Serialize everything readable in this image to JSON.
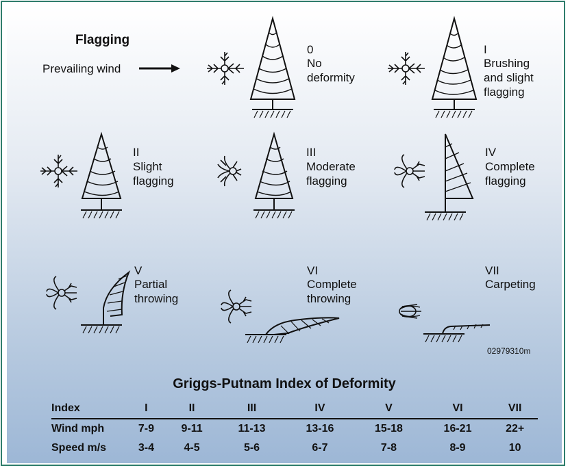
{
  "title": "Flagging",
  "wind_label": "Prevailing wind",
  "classes": [
    {
      "numeral": "0",
      "desc": "No\ndeformity"
    },
    {
      "numeral": "I",
      "desc": "Brushing\nand slight\nflagging"
    },
    {
      "numeral": "II",
      "desc": "Slight\nflagging"
    },
    {
      "numeral": "III",
      "desc": "Moderate\nflagging"
    },
    {
      "numeral": "IV",
      "desc": "Complete\nflagging"
    },
    {
      "numeral": "V",
      "desc": "Partial\nthrowing"
    },
    {
      "numeral": "VI",
      "desc": "Complete\nthrowing"
    },
    {
      "numeral": "VII",
      "desc": "Carpeting"
    }
  ],
  "figure_code": "02979310m",
  "table": {
    "title": "Griggs-Putnam Index of Deformity",
    "header": [
      "Index",
      "I",
      "II",
      "III",
      "IV",
      "V",
      "VI",
      "VII"
    ],
    "rows": [
      [
        "Wind mph",
        "7-9",
        "9-11",
        "11-13",
        "13-16",
        "15-18",
        "16-21",
        "22+"
      ],
      [
        "Speed m/s",
        "3-4",
        "4-5",
        "5-6",
        "6-7",
        "7-8",
        "8-9",
        "10"
      ]
    ]
  }
}
